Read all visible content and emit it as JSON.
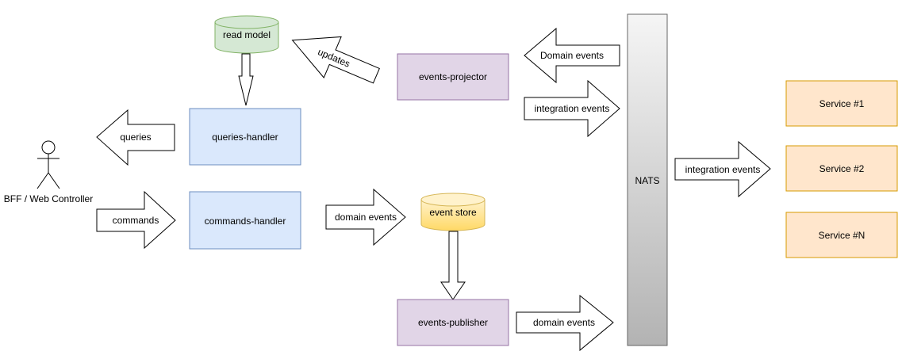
{
  "colors": {
    "blue_fill": "#dae8fc",
    "blue_stroke": "#6c8ebf",
    "purple_fill": "#e1d5e7",
    "purple_stroke": "#9673a6",
    "orange_fill": "#ffe6cc",
    "orange_stroke": "#d79b00",
    "green_fill": "#d5e8d4",
    "green_stroke": "#82b366",
    "yellow_fill_top": "#fff2cc",
    "yellow_fill_bottom": "#ffd966",
    "yellow_stroke": "#d6b656",
    "nats_fill_top": "#f5f5f5",
    "nats_fill_bottom": "#b3b3b3",
    "nats_stroke": "#666666"
  },
  "actor": {
    "label": "BFF / Web Controller"
  },
  "nodes": {
    "read_model": "read model",
    "queries_handler": "queries-handler",
    "commands_handler": "commands-handler",
    "event_store": "event store",
    "events_projector": "events-projector",
    "events_publisher": "events-publisher",
    "nats": "NATS",
    "service_1": "Service #1",
    "service_2": "Service #2",
    "service_n": "Service #N"
  },
  "arrows": {
    "updates": "updates",
    "queries": "queries",
    "commands": "commands",
    "domain_events_to_store": "domain events",
    "domain_events_from_nats": "Domain events",
    "integration_events_to_nats": "integration events",
    "integration_events_to_services": "integration events",
    "domain_events_publisher": "domain events"
  }
}
